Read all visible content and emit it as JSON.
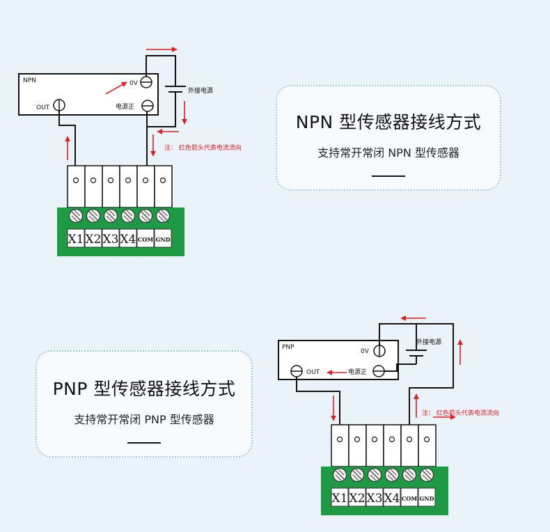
{
  "npn": {
    "card": {
      "title": "NPN 型传感器接线方式",
      "subtitle": "支持常开常闭 NPN 型传感器"
    },
    "diagram": {
      "box_label": "NPN",
      "out_label": "OUT",
      "zero_v_label": "0V",
      "power_pos_label": "电源正",
      "ext_power_label": "外接电源",
      "note": "注： 红色箭头代表电流流向",
      "terminals": [
        "X1",
        "X2",
        "X3",
        "X4",
        "COM",
        "GND"
      ]
    }
  },
  "pnp": {
    "card": {
      "title": "PNP 型传感器接线方式",
      "subtitle": "支持常开常闭 PNP 型传感器"
    },
    "diagram": {
      "box_label": "PNP",
      "out_label": "OUT",
      "zero_v_label": "0V",
      "power_pos_label": "电源正",
      "ext_power_label": "外接电源",
      "note": "注： 红色箭头代表电流流向",
      "terminals": [
        "X1",
        "X2",
        "X3",
        "X4",
        "COM",
        "GND"
      ]
    }
  },
  "colors": {
    "arrow": "#e51d1d",
    "terminal_block": "#1e9a45",
    "background": "#ebf3fa",
    "card_border": "#9cc7e6"
  }
}
